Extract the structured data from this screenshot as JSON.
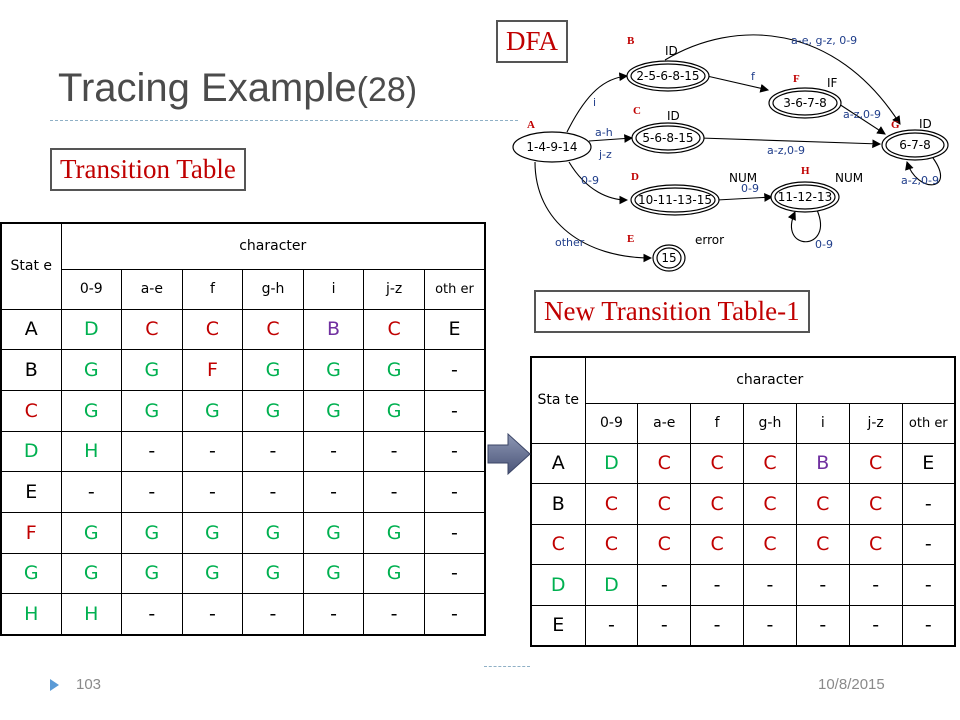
{
  "slide": {
    "title_main": "Tracing Example",
    "title_paren": "(28)",
    "dfa_label": "DFA",
    "transition_table_label": "Transition Table",
    "new_table_label": "New Transition Table-1",
    "page_number": "103",
    "date": "10/8/2015"
  },
  "colors": {
    "D": "#00b050",
    "C": "#c00000",
    "B": "#7030a0",
    "A": "#000000",
    "E": "#000000",
    "F": "#c00000",
    "G": "#00b050",
    "H": "#00b050",
    "-": "#000000"
  },
  "table1": {
    "state_header": "Stat e",
    "character_header": "character",
    "columns": [
      "0-9",
      "a-e",
      "f",
      "g-h",
      "i",
      "j-z",
      "oth er"
    ],
    "rows": [
      {
        "state": "A",
        "cells": [
          "D",
          "C",
          "C",
          "C",
          "B",
          "C",
          "E"
        ]
      },
      {
        "state": "B",
        "cells": [
          "G",
          "G",
          "F",
          "G",
          "G",
          "G",
          "-"
        ]
      },
      {
        "state": "C",
        "cells": [
          "G",
          "G",
          "G",
          "G",
          "G",
          "G",
          "-"
        ]
      },
      {
        "state": "D",
        "cells": [
          "H",
          "-",
          "-",
          "-",
          "-",
          "-",
          "-"
        ]
      },
      {
        "state": "E",
        "cells": [
          "-",
          "-",
          "-",
          "-",
          "-",
          "-",
          "-"
        ]
      },
      {
        "state": "F",
        "cells": [
          "G",
          "G",
          "G",
          "G",
          "G",
          "G",
          "-"
        ]
      },
      {
        "state": "G",
        "cells": [
          "G",
          "G",
          "G",
          "G",
          "G",
          "G",
          "-"
        ]
      },
      {
        "state": "H",
        "cells": [
          "H",
          "-",
          "-",
          "-",
          "-",
          "-",
          "-"
        ]
      }
    ]
  },
  "table2": {
    "state_header": "Sta te",
    "character_header": "character",
    "columns": [
      "0-9",
      "a-e",
      "f",
      "g-h",
      "i",
      "j-z",
      "oth er"
    ],
    "rows": [
      {
        "state": "A",
        "cells": [
          "D",
          "C",
          "C",
          "C",
          "B",
          "C",
          "E"
        ]
      },
      {
        "state": "B",
        "cells": [
          "C",
          "C",
          "C",
          "C",
          "C",
          "C",
          "-"
        ]
      },
      {
        "state": "C",
        "cells": [
          "C",
          "C",
          "C",
          "C",
          "C",
          "C",
          "-"
        ]
      },
      {
        "state": "D",
        "cells": [
          "D",
          "-",
          "-",
          "-",
          "-",
          "-",
          "-"
        ]
      },
      {
        "state": "E",
        "cells": [
          "-",
          "-",
          "-",
          "-",
          "-",
          "-",
          "-"
        ]
      }
    ]
  },
  "diagram": {
    "nodes": {
      "n1": "1-4-9-14",
      "n2": "2-5-6-8-15",
      "n3": "5-6-8-15",
      "n4": "10-11-13-15",
      "n5": "15",
      "n6": "3-6-7-8",
      "n7": "6-7-8",
      "n8": "11-12-13"
    },
    "node_tags": {
      "n2": "ID",
      "n3": "ID",
      "n4": "NUM",
      "n5": "error",
      "n6": "IF",
      "n7": "ID",
      "n8": "NUM"
    },
    "letters": {
      "A": "A",
      "B": "B",
      "C": "C",
      "D": "D",
      "E": "E",
      "F": "F",
      "G": "G",
      "H": "H"
    },
    "edges": {
      "e1": "i",
      "e2": "a-h",
      "e3": "j-z",
      "e4": "0-9",
      "e5": "other",
      "e6": "f",
      "e7": "a-e, g-z, 0-9",
      "e8": "a-z,0-9",
      "e9": "a-z,0-9",
      "e10": "a-z,0-9",
      "e11": "0-9",
      "e12": "0-9"
    }
  }
}
